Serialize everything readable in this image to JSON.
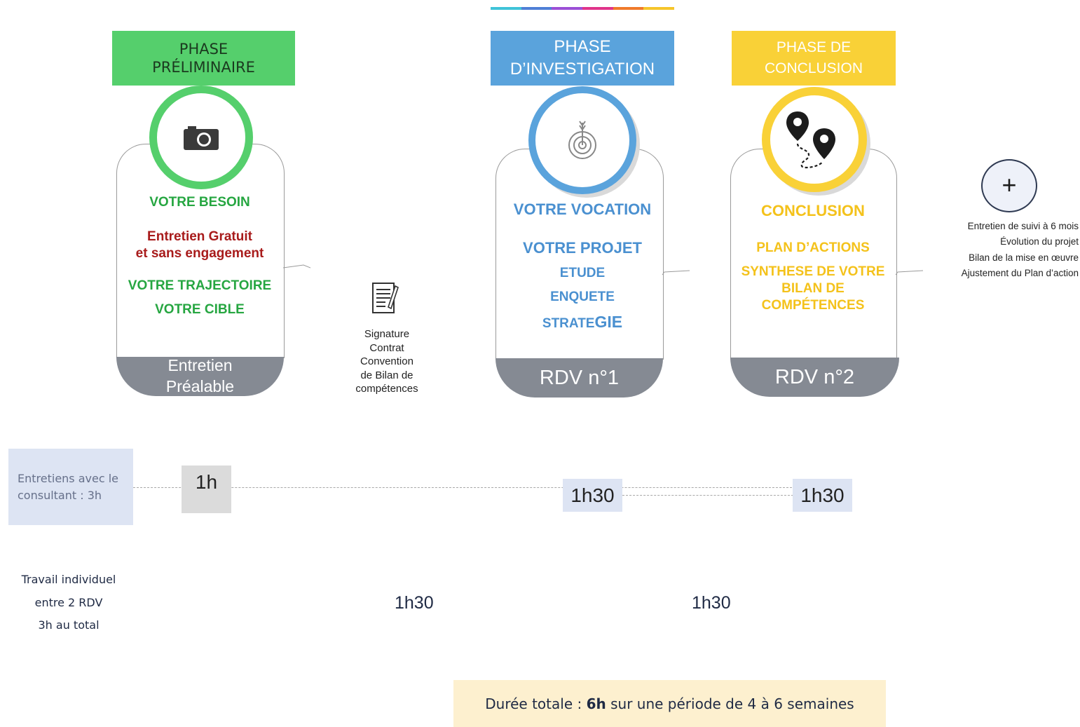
{
  "colors": {
    "green": "#55cf6c",
    "blue": "#5aa3dc",
    "yellow": "#f9d137",
    "red": "#a81b1b",
    "gray_footer": "#858a93",
    "lavender": "#dde4f3",
    "cream": "#fdf0cf"
  },
  "phases": {
    "preliminaire": {
      "title_line1": "PHASE",
      "title_line2": "PRÉLIMINAIRE",
      "icon": "camera-icon",
      "heading": "VOTRE BESOIN",
      "note_line1": "Entretien Gratuit",
      "note_line2": "et sans engagement",
      "item1": "VOTRE TRAJECTOIRE",
      "item2": "VOTRE CIBLE",
      "footer_line1": "Entretien",
      "footer_line2": "Préalable"
    },
    "investigation": {
      "title_line1": "PHASE",
      "title_line2": "D’INVESTIGATION",
      "icon": "target-icon",
      "heading": "VOTRE VOCATION",
      "item1": "VOTRE PROJET",
      "item2": "ETUDE",
      "item3": "ENQUETE",
      "item4_a": "STRATE",
      "item4_b": "GIE",
      "footer": "RDV n°1"
    },
    "conclusion": {
      "title_line1": "PHASE DE",
      "title_line2": "CONCLUSION",
      "icon": "map-pins-icon",
      "heading": "CONCLUSION",
      "item1": "PLAN D’ACTIONS",
      "item2_line1": "SYNTHESE DE VOTRE",
      "item2_line2": "BILAN DE",
      "item2_line3": "COMPÉTENCES",
      "footer": "RDV n°2"
    }
  },
  "signature": {
    "icon": "document-pen-icon",
    "line1": "Signature",
    "line2": "Contrat",
    "line3": "Convention",
    "line4": "de Bilan de",
    "line5": "compétences"
  },
  "followup": {
    "icon": "plus-icon",
    "plus": "+",
    "line1": "Entretien de suivi à 6 mois",
    "line2": "Évolution du projet",
    "line3": "Bilan de la mise en œuvre",
    "line4": "Ajustement du Plan d’action"
  },
  "timeline": {
    "label_line1": "Entretiens avec le",
    "label_line2": "consultant : 3h",
    "d1": "1h",
    "d2": "1h30",
    "d3": "1h30"
  },
  "individual": {
    "line1": "Travail individuel",
    "line2": "entre 2 RDV",
    "line3": "3h  au total",
    "d1": "1h30",
    "d2": "1h30"
  },
  "total": {
    "prefix": "Durée totale : ",
    "bold": "6h",
    "suffix": " sur une période de 4 à 6 semaines"
  }
}
